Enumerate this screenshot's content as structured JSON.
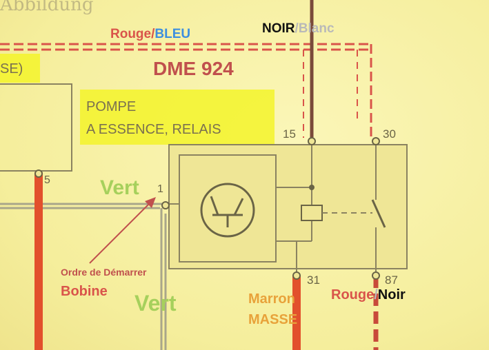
{
  "colors": {
    "paper": "#f7f1a6",
    "ink": "#8a8260",
    "red_wire": "#e2502c",
    "brown_wire": "#7a4a3a",
    "rouge_label": "#d9544a",
    "bleu_label": "#3b8ee0",
    "vert_label": "#a6d05c",
    "noir_label": "#111111",
    "blanc_label": "#b9b9b9",
    "marron_label": "#e8a23a",
    "highlight": "#f3f32a",
    "dme_title": "#c0504d"
  },
  "diagram": {
    "top_scribble": "Abbildung",
    "left_box_text": "SE)",
    "dme_title": "DME 924",
    "relay_title_line1": "POMPE",
    "relay_title_line2": "A ESSENCE, RELAIS",
    "pin_15": "15",
    "pin_30": "30",
    "pin_1": "1",
    "pin_31": "31",
    "pin_87": "87",
    "pin_5": "5"
  },
  "labels": {
    "top_rouge": "Rouge",
    "top_rouge_sep": "/",
    "top_bleu": "BLEU",
    "top_noir": "NOIR",
    "top_noir_sep": "/",
    "top_blanc": "Blanc",
    "vert_input": "Vert",
    "ordre": "Ordre  de Démarrer",
    "bobine": "Bobine",
    "vert_bottom": "Vert",
    "marron": "Marron",
    "masse": "MASSE",
    "bottom_rouge": "Rouge",
    "bottom_rouge_sep": "/",
    "bottom_noir": "Noir"
  }
}
